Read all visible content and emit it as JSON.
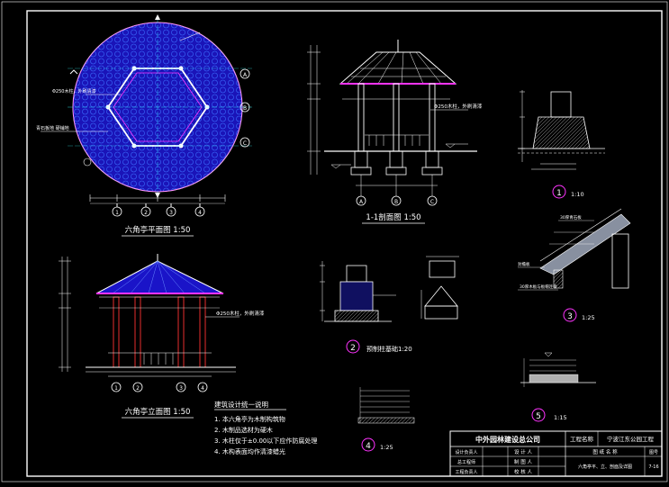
{
  "drawing": {
    "plan_title": "六角亭平面图 1:50",
    "section_title": "1-1剖面图 1:50",
    "elevation_title": "六角亭立面图 1:50",
    "plan_note_column": "Φ250木柱，外刷清漆",
    "plan_note_beam": "青石板地 硬铺地",
    "section_note_column": "Φ250木柱，外刷清漆",
    "elevation_note_column": "Φ250木柱，外刷清漆",
    "detail1_label": "1",
    "detail1_scale": "1:10",
    "detail2_label": "2",
    "detail2_title": "预制柱基础1:20",
    "detail3_label": "3",
    "detail3_scale": "1:25",
    "detail4_label": "4",
    "detail4_scale": "1:25",
    "detail5_label": "5",
    "detail5_scale": "1:15",
    "detail3_note1": "30厚青石板",
    "detail3_note2": "封檐板",
    "detail3_note3": "30厚木板与板帽连接",
    "grid_axes": [
      "1",
      "2",
      "3",
      "4"
    ],
    "grid_letters": [
      "A",
      "B",
      "C"
    ],
    "section_axes": [
      "A",
      "B",
      "C"
    ],
    "elevation_axes": [
      "1",
      "2",
      "3",
      "4"
    ]
  },
  "notes": {
    "title": "建筑设计统一说明",
    "items": [
      "1. 本六角亭为木制构筑物",
      "2. 木制品选材为硬木",
      "3. 木柱仅于±0.00以下应作防腐处理",
      "4. 木构表面均作清漆蜡光"
    ]
  },
  "title_block": {
    "company": "中外园林建设总公司",
    "project_label": "工程名称",
    "project_name": "宁波江东公园工程",
    "row_labels": [
      "设计负责人",
      "总工程师",
      "工程负责人"
    ],
    "role_labels": [
      "设 计 人",
      "制 图 人",
      "校 核 人"
    ],
    "drawing_name_label": "图 纸 名 称",
    "drawing_name": "六角亭平、立、剖面及详图",
    "sheet_label": "图号",
    "sheet_no": "7-16"
  },
  "colors": {
    "line": "#ffffff",
    "accent_blue": "#1010e0",
    "magenta": "#ff33ff",
    "dim_cyan": "#33ffff",
    "red": "#ff3333",
    "yellow": "#ffff33"
  }
}
